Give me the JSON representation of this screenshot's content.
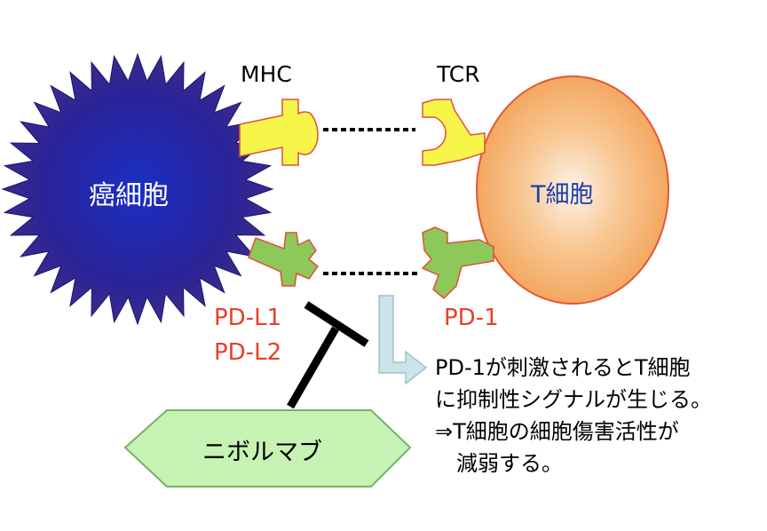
{
  "labels": {
    "cancer_cell": "癌細胞",
    "t_cell": "T細胞",
    "mhc": "MHC",
    "tcr": "TCR",
    "pdl1": "PD-L1",
    "pdl2": "PD-L2",
    "pd1": "PD-1",
    "drug": "ニボルマブ"
  },
  "caption": {
    "line1": "PD-1が刺激されるとT細胞",
    "line2": "に抑制性シグナルが生じる。",
    "line3": "⇒T細胞の細胞傷害活性が",
    "line4": "　減弱する。"
  },
  "colors": {
    "cancer_cell": "#2b2196",
    "t_cell": "#f2a35a",
    "mhc_tcr": "#f7f54a",
    "pd_receptor": "#8dc85a",
    "label_red": "#e8402a",
    "drug_fill": "#c6f2b4",
    "arrow_fill": "#cde3ea"
  }
}
